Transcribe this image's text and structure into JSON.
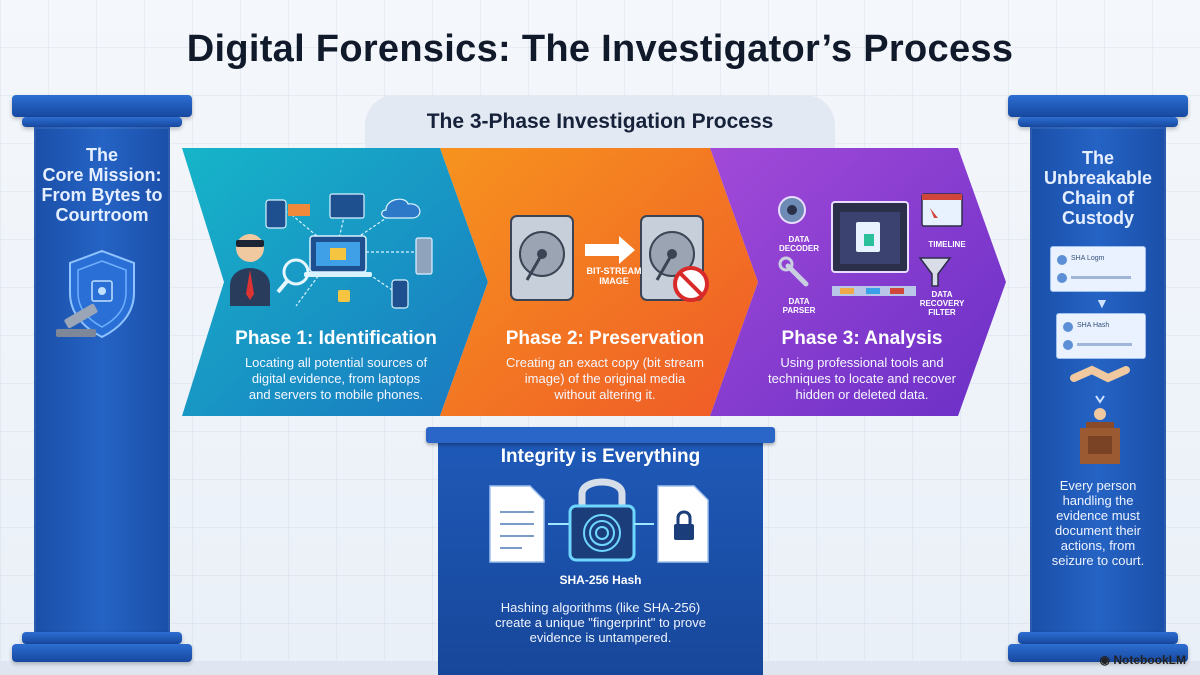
{
  "title": "Digital Forensics: The Investigator’s Process",
  "left_pillar": {
    "heading": [
      "The",
      "Core Mission:",
      "From Bytes to",
      "Courtroom"
    ]
  },
  "right_pillar": {
    "heading": [
      "The",
      "Unbreakable",
      "Chain of",
      "Custody"
    ],
    "body": [
      "Every person",
      "handling the",
      "evidence must",
      "document their",
      "actions, from",
      "seizure to court."
    ],
    "doc_label_1": "SHA Logm",
    "doc_label_2": "SHA Hash"
  },
  "process": {
    "title": "The 3-Phase Investigation Process",
    "phases": [
      {
        "title": "Phase 1: Identification",
        "desc": [
          "Locating all potential sources of",
          "digital evidence, from laptops",
          "and servers to mobile phones."
        ],
        "color": "#1aa6b8"
      },
      {
        "title": "Phase 2: Preservation",
        "desc": [
          "Creating an exact copy (bit stream",
          "image) of the original media",
          "without altering it."
        ],
        "color": "#f07a22",
        "icon_label": [
          "BIT-STREAM",
          "IMAGE"
        ]
      },
      {
        "title": "Phase 3: Analysis",
        "desc": [
          "Using professional tools and",
          "techniques to locate and recover",
          "hidden or deleted data."
        ],
        "color": "#8a3fd1",
        "icon_labels": {
          "decoder": [
            "DATA",
            "DECODER"
          ],
          "timeline": "TIMELINE",
          "parser": [
            "DATA",
            "PARSER"
          ],
          "recovery": [
            "DATA",
            "RECOVERY",
            "FILTER"
          ]
        }
      }
    ]
  },
  "integrity": {
    "title": "Integrity is Everything",
    "hash_label": "SHA-256 Hash",
    "desc": [
      "Hashing algorithms (like SHA-256)",
      "create a unique \"fingerprint\" to prove",
      "evidence is untampered."
    ]
  },
  "brand": "NotebookLM",
  "colors": {
    "pillar_blue": "#1a4fa8",
    "phase1": "#1aa6b8",
    "phase2": "#f07a22",
    "phase3": "#8a3fd1"
  }
}
